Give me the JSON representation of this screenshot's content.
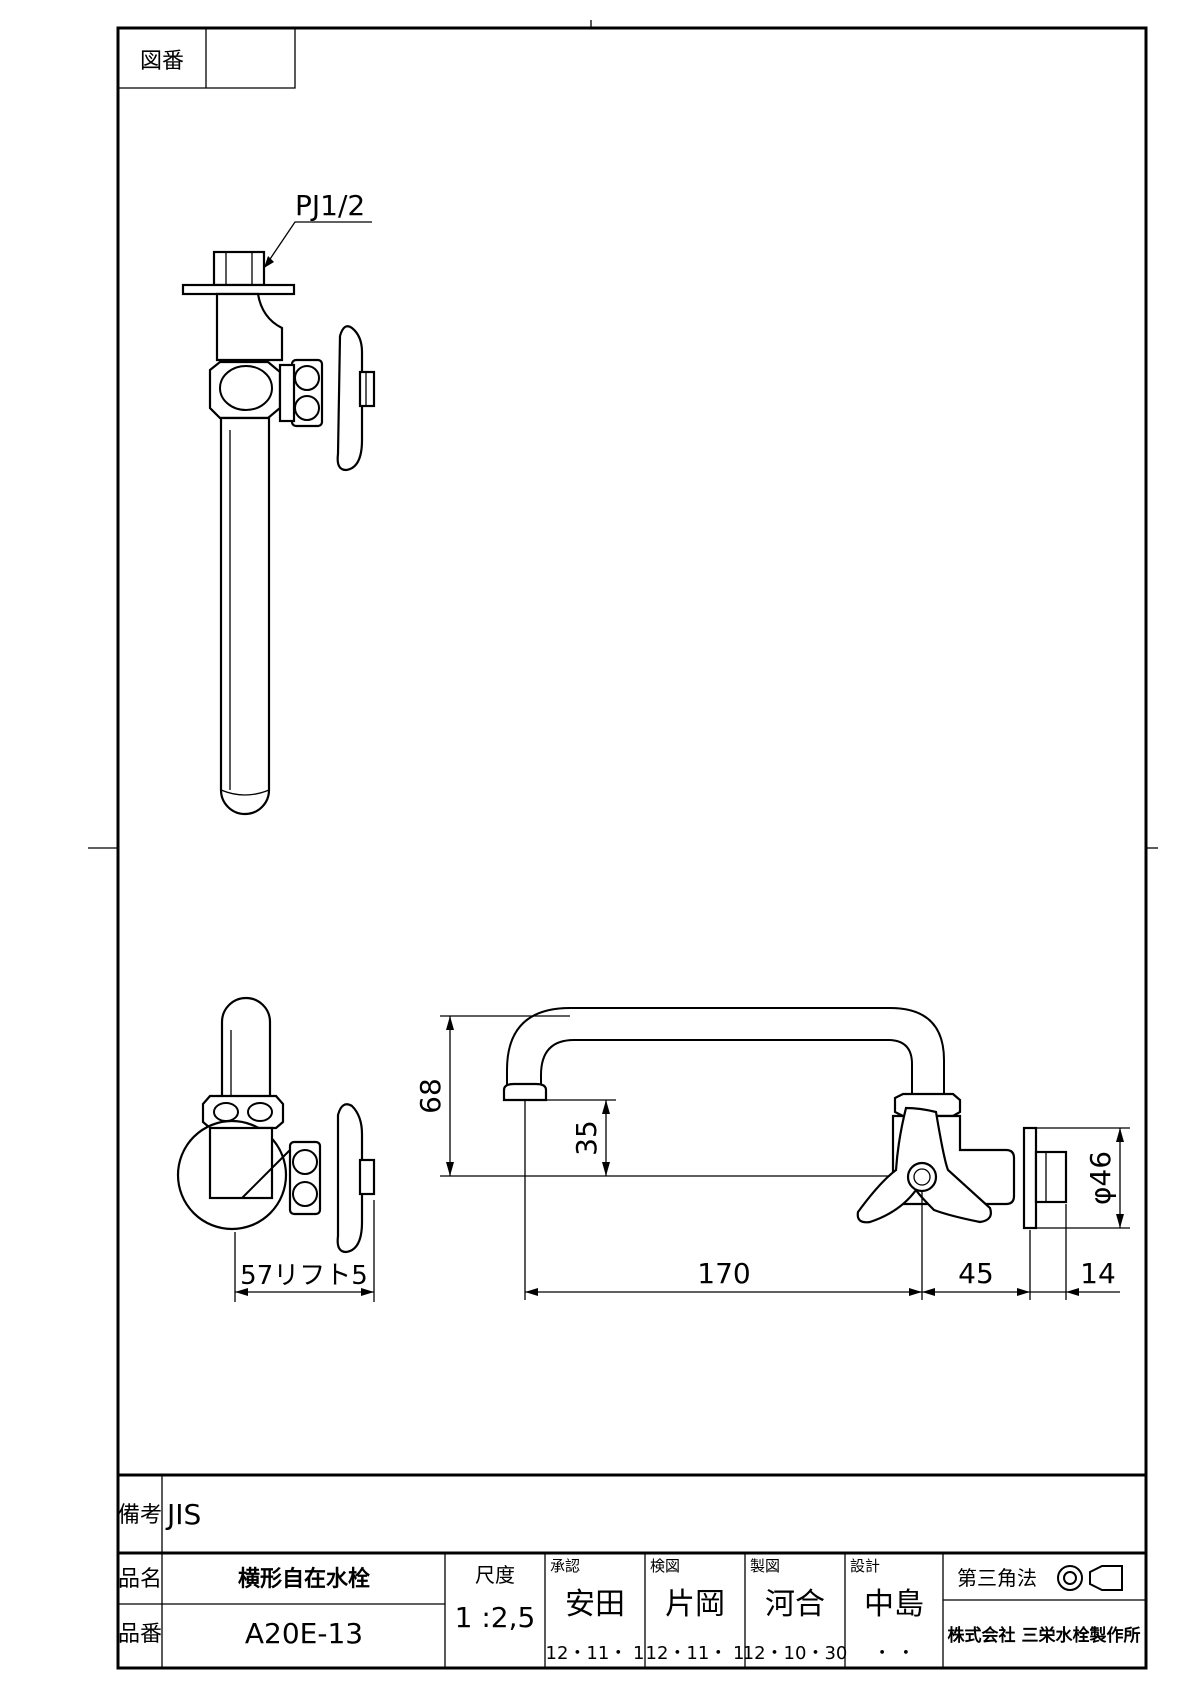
{
  "drawing_no": {
    "label": "図番",
    "value": ""
  },
  "annotations": {
    "thread": "PJ1/2",
    "dim_68": "68",
    "dim_35": "35",
    "dim_57": "57リフト5",
    "dim_170": "170",
    "dim_45": "45",
    "dim_14": "14",
    "dim_phi46": "φ46"
  },
  "title_block": {
    "remarks_label": "備考",
    "remarks_value": "JIS",
    "name_label": "品名",
    "name_value": "横形自在水栓",
    "part_label": "品番",
    "part_value": "A20E-13",
    "scale_label": "尺度",
    "scale_value": "1 :2,5",
    "approval": {
      "label": "承認",
      "name": "安田",
      "date": "12・11・ 1"
    },
    "checked": {
      "label": "検図",
      "name": "片岡",
      "date": "12・11・ 1"
    },
    "drawn": {
      "label": "製図",
      "name": "河合",
      "date": "12・10・30"
    },
    "design": {
      "label": "設計",
      "name": "中島",
      "date": "・ ・"
    },
    "projection_label": "第三角法",
    "company": "株式会社 三栄水栓製作所"
  }
}
